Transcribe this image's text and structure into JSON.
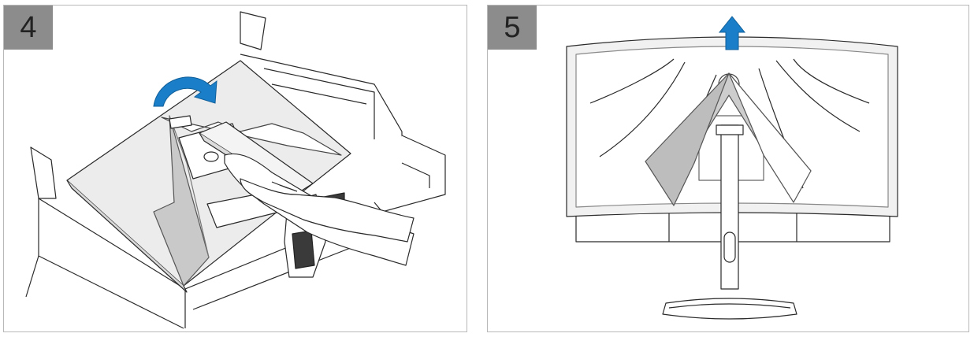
{
  "steps": [
    {
      "number": "4"
    },
    {
      "number": "5"
    }
  ],
  "icons": {
    "rotate_arrow": "curved-rotate-arrow-icon",
    "lift_arrow": "up-arrow-icon",
    "logo": "brand-logo-emblem"
  },
  "colors": {
    "badge_bg": "#8c8c8c",
    "badge_text": "#222222",
    "arrow_blue": "#1a7fc8",
    "film_gray": "#e9e9e9",
    "line": "#2a2a2a",
    "panel_border": "#b8b8b8"
  }
}
